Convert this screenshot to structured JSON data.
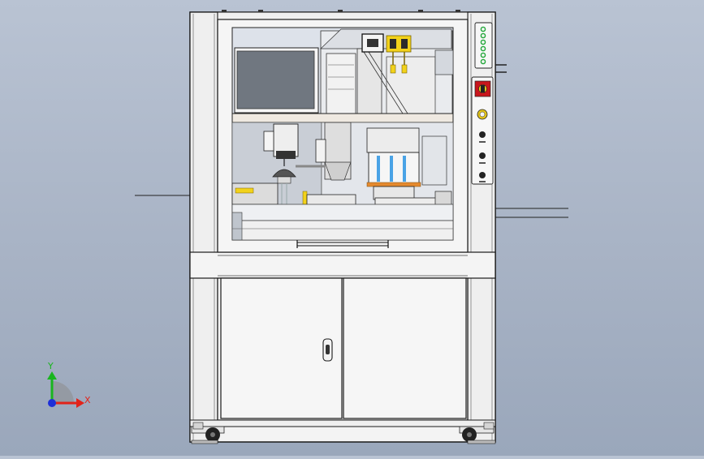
{
  "viewport": {
    "background_top": "#b9c3d3",
    "background_bottom": "#9aa7bb"
  },
  "axes_triad": {
    "y_label": "Y",
    "x_label": "X",
    "y_color": "#19b51e",
    "x_color": "#e2231a",
    "z_color": "#1d2fd8"
  },
  "control_panel": {
    "indicator_count": 6,
    "indicator_color": "#22a83a",
    "emergency_stop_color": "#c8161d",
    "emergency_stop_ring_color": "#e4c51a"
  },
  "machine": {
    "frame_color": "#f4f4f4",
    "glass_color": "#d8dde6",
    "door_handle_icon": "door-handle-icon"
  }
}
